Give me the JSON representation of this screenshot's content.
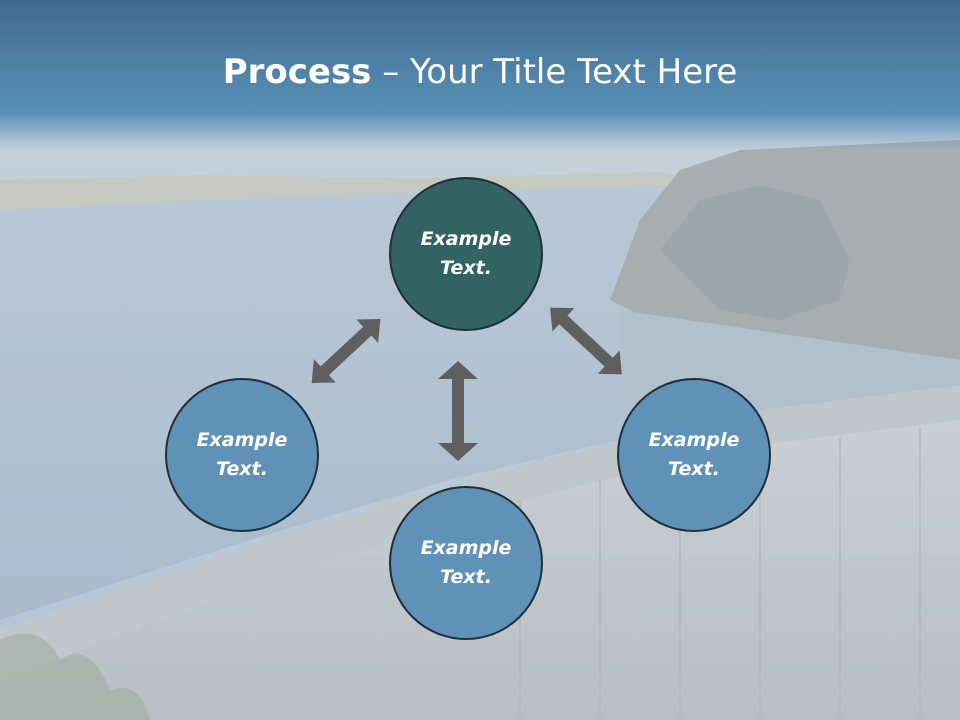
{
  "title": {
    "bold": "Process",
    "rest": " – Your Title Text Here"
  },
  "nodes": {
    "top": "Example\nText.",
    "left": "Example\nText.",
    "right": "Example\nText.",
    "bottom": "Example\nText."
  },
  "colors": {
    "title_bar": "#4a7fa6",
    "node_dark": "#326262",
    "node_light": "#6092b8",
    "node_border": "#1f2f3d",
    "arrow": "#5f5f5f"
  },
  "icons": [
    "double-arrow-icon"
  ]
}
